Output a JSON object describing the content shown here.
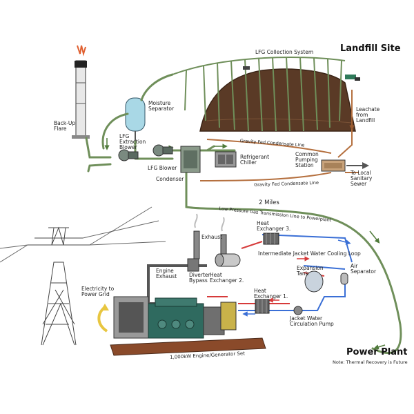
{
  "titles": {
    "landfill_site": "Landfill Site",
    "power_plant": "Power Plant"
  },
  "note": "Note: Thermal Recovery is Future",
  "labels": {
    "lfg_collection_system": "LFG Collection System",
    "moisture_separator": "Moisture\nSeparator",
    "back_up_flare": "Back-Up\nFlare",
    "lfg_extraction_blower": "LFG\nExtraction\nBlower",
    "lfg_blower": "LFG Blower",
    "condenser": "Condenser",
    "refrigerant_chiller": "Refrigerant\nChiller",
    "gravity_fed_condensate_line_1": "Gravity Fed Condensate Line",
    "gravity_fed_condensate_line_2": "Gravity Fed Condensate Line",
    "common_pumping_station": "Common\nPumping\nStation",
    "leachate_from_landfill": "Leachate\nfrom\nLandfill",
    "to_local_sanitary_sewer": "To Local\nSanitary\nSewer",
    "two_miles": "2 Miles",
    "low_pressure_gas_line": "Low Pressure Gas Transmission Line to Powerplant",
    "exhaust": "Exhaust",
    "heat_exchanger_3": "Heat\nExchanger 3.",
    "intermediate_jacket_water_cooling_loop": "Intermediate Jacket Water Cooling Loop",
    "engine_exhaust": "Engine\nExhaust",
    "diverter_bypass": "Diverter\nBypass",
    "heat_exchanger_2": "Heat\nExchanger 2.",
    "expansion_tank": "Expansion\nTank",
    "air_separator": "Air\nSeparator",
    "electricity_to_power_grid": "Electricity to\nPower Grid",
    "heat_exchanger_1": "Heat\nExchanger 1.",
    "jacket_water_circulation_pump": "Jacket Water\nCirculation Pump",
    "engine_generator_set": "1,000kW Engine/Generator Set"
  },
  "colors": {
    "gas_line": "#6f8f5a",
    "condensate_line": "#b5703f",
    "hot_water": "#d63a3a",
    "cold_water": "#3a6fd6",
    "landfill_soil": "#5a3a26",
    "equipment": "#6a7a70"
  }
}
